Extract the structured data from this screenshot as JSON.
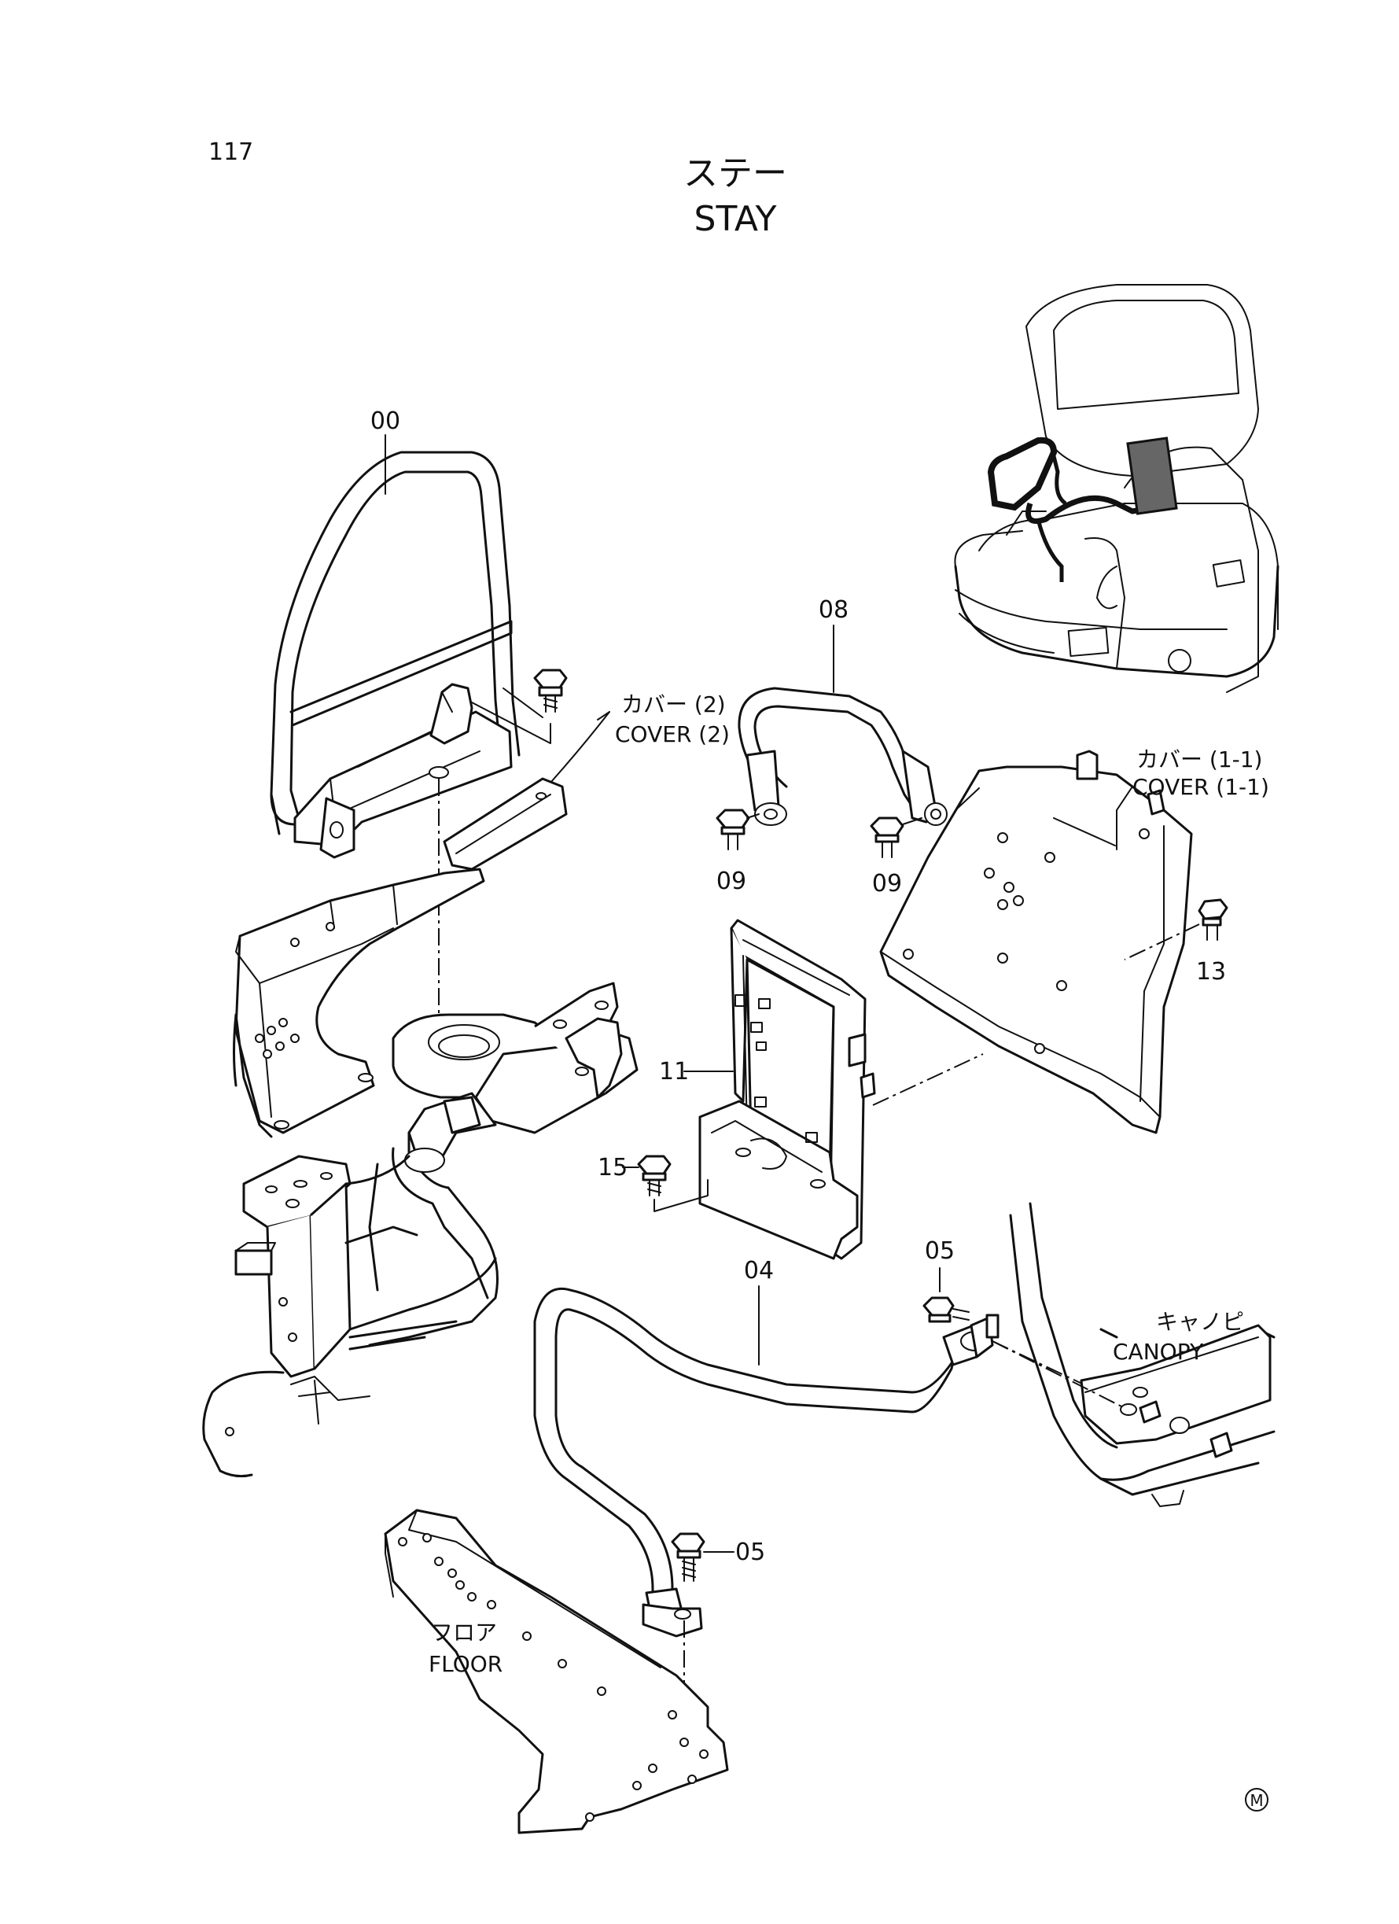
{
  "page_number": "117",
  "title_jp": "ステー",
  "title_en": "STAY",
  "labels": {
    "part_00": "00",
    "part_08": "08",
    "part_09_left": "09",
    "part_09_right": "09",
    "part_11": "11",
    "part_13": "13",
    "part_15": "15",
    "part_04": "04",
    "part_05_top": "05",
    "part_05_bottom": "05",
    "cover2_jp": "カバー (2)",
    "cover2_en": "COVER (2)",
    "cover11_jp": "カバー (1-1)",
    "cover11_en": "COVER (1-1)",
    "canopy_jp": "キャノピ",
    "canopy_en": "CANOPY",
    "floor_jp": "フロア",
    "floor_en": "FLOOR"
  },
  "mark": "M"
}
